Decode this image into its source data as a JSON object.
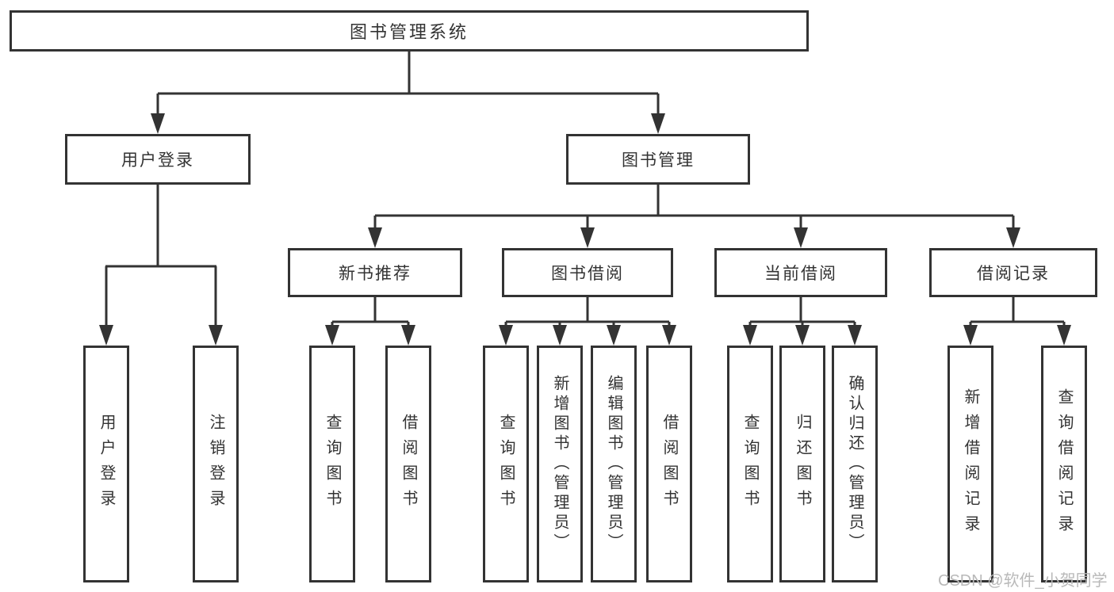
{
  "diagram_title": "图书管理系统",
  "colors": {
    "line": "#333333",
    "box_border": "#333333",
    "box_background": "#ffffff",
    "text": "#333333",
    "watermark": "#b9b9b9",
    "background": "#ffffff"
  },
  "watermark": {
    "text": "CSDN @软件_小贺同学"
  },
  "tree": {
    "root": {
      "label": "图书管理系统",
      "children": [
        {
          "label": "用户登录",
          "children": [
            {
              "label": "用户登录"
            },
            {
              "label": "注销登录"
            }
          ]
        },
        {
          "label": "图书管理",
          "children": [
            {
              "label": "新书推荐",
              "children": [
                {
                  "label": "查询图书"
                },
                {
                  "label": "借阅图书"
                }
              ]
            },
            {
              "label": "图书借阅",
              "children": [
                {
                  "label": "查询图书"
                },
                {
                  "label": "新增图书（管理员）"
                },
                {
                  "label": "编辑图书（管理员）"
                },
                {
                  "label": "借阅图书"
                }
              ]
            },
            {
              "label": "当前借阅",
              "children": [
                {
                  "label": "查询图书"
                },
                {
                  "label": "归还图书"
                },
                {
                  "label": "确认归还（管理员）"
                }
              ]
            },
            {
              "label": "借阅记录",
              "children": [
                {
                  "label": "新增借阅记录"
                },
                {
                  "label": "查询借阅记录"
                }
              ]
            }
          ]
        }
      ]
    }
  }
}
